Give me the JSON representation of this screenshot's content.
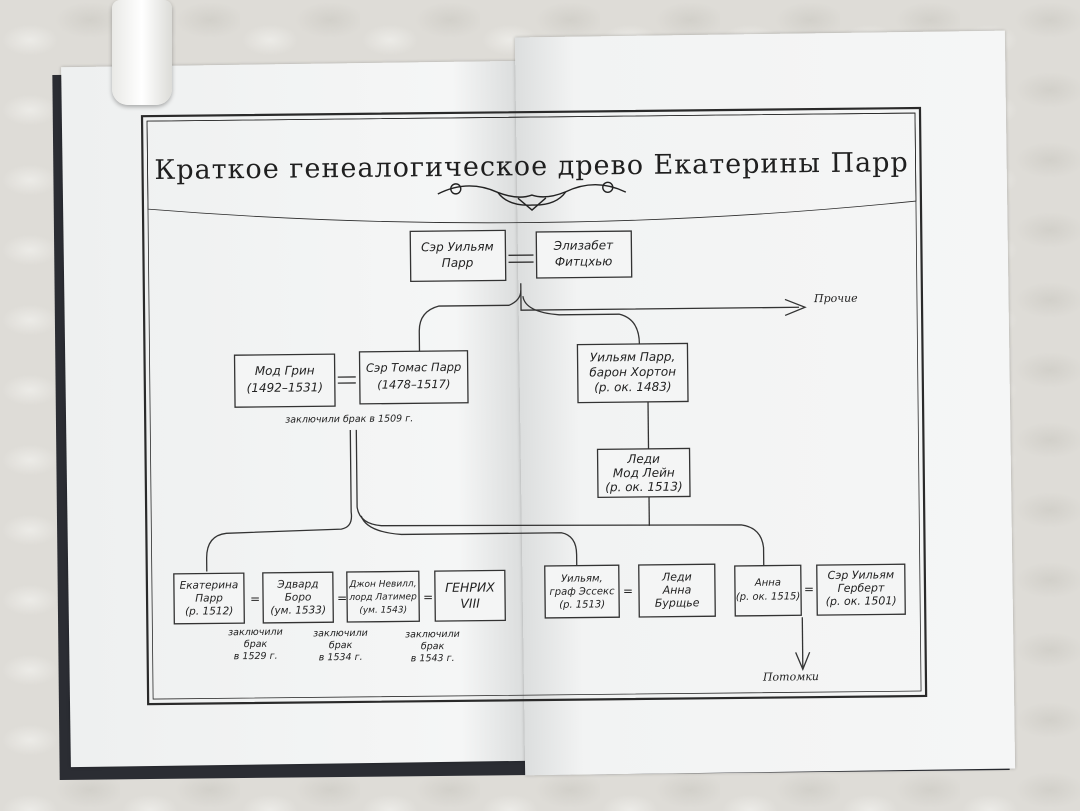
{
  "title": "Краткое генеалогическое древо Екатерины Парр",
  "people": {
    "william_sr": [
      "Сэр Уильям",
      "Парр"
    ],
    "elizabeth": [
      "Элизабет",
      "Фитцхью"
    ],
    "maud": [
      "Мод Грин",
      "(1492–1531)"
    ],
    "thomas": [
      "Сэр Томас Парр",
      "(1478–1517)"
    ],
    "william_baron": [
      "Уильям Парр,",
      "барон Хортон",
      "(р. ок. 1483)"
    ],
    "lady_maud": [
      "Леди",
      "Мод Лейн",
      "(р. ок. 1513)"
    ],
    "catherine": [
      "Екатерина",
      "Парр",
      "(р. 1512)"
    ],
    "edward": [
      "Эдвард",
      "Боро",
      "(ум. 1533)"
    ],
    "john": [
      "Джон Невилл,",
      "лорд Латимер",
      "(ум. 1543)"
    ],
    "henry": [
      "ГЕНРИХ",
      "VIII"
    ],
    "william_essex": [
      "Уильям,",
      "граф Эссекс",
      "(р. 1513)"
    ],
    "anne_bourchier": [
      "Леди",
      "Анна",
      "Бурщье"
    ],
    "anne": [
      "Анна",
      "(р. ок. 1515)"
    ],
    "herbert": [
      "Сэр Уильям",
      "Герберт",
      "(р. ок. 1501)"
    ]
  },
  "notes": {
    "married_1509": "заключили брак в 1509 г.",
    "married_1529": [
      "заключили",
      "брак",
      "в 1529 г."
    ],
    "married_1534": [
      "заключили",
      "брак",
      "в 1534 г."
    ],
    "married_1543": [
      "заключили",
      "брак",
      "в 1543 г."
    ]
  },
  "labels": {
    "others": "Прочие",
    "descendants": "Потомки"
  },
  "equals_sign": "="
}
